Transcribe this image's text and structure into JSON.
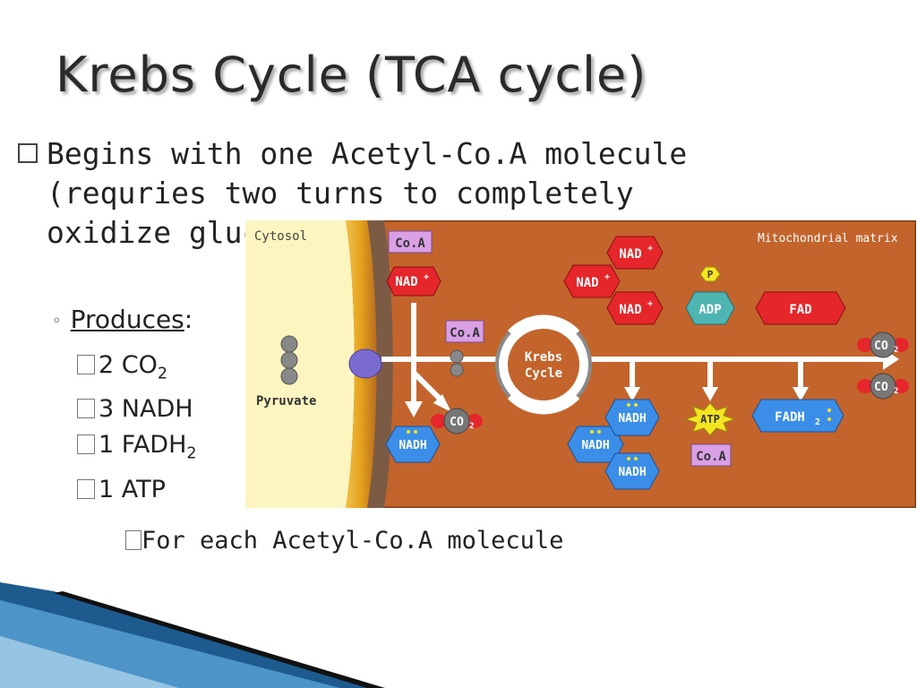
{
  "slide": {
    "title": "Krebs Cycle (TCA cycle)",
    "bullet1": "Begins with one Acetyl-Co.A molecule (requries two turns to completely oxidize glucose)",
    "produces_label": "Produces",
    "produces_colon": ":",
    "items": [
      {
        "num": "2",
        "label": "CO",
        "sub": "2"
      },
      {
        "num": "3",
        "label": "NADH",
        "sub": ""
      },
      {
        "num": "1",
        "label": "FADH",
        "sub": "2"
      },
      {
        "num": "1",
        "label": "ATP",
        "sub": ""
      }
    ],
    "note": "For each Acetyl-Co.A molecule"
  },
  "figure": {
    "cytosol": "Cytosol",
    "matrix": "Mitochondrial matrix",
    "pyruvate": "Pyruvate",
    "coa_top": "Co.A",
    "coa_mid": "Co.A",
    "coa_bottom": "Co.A",
    "krebs_1": "Krebs",
    "krebs_2": "Cycle",
    "nad_plus": "NAD",
    "plus": "+",
    "nadh": "NADH",
    "adp": "ADP",
    "atp": "ATP",
    "p": "P",
    "fad": "FAD",
    "fadh": "FADH",
    "two": "2",
    "co": "CO",
    "colors": {
      "cytosol_bg": "#fdf5c0",
      "membrane": "#e4a11b",
      "matrix_bg": "#c3642c",
      "red_hex": "#e5262b",
      "blue_hex": "#3b8ee8",
      "pink_label": "#d9a0e6",
      "adp_teal": "#4fb5b3",
      "atp_yellow": "#f3e520"
    }
  }
}
